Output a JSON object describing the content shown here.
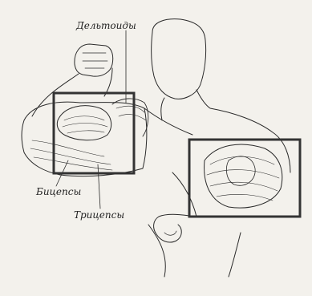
{
  "labels": {
    "deltoids": "Дельтоиды",
    "biceps": "Бицепсы",
    "triceps": "Трицепсы"
  },
  "colors": {
    "paper": "#f3f1ec",
    "ink": "#2a2a2a",
    "frame": "#333333"
  },
  "icons": {
    "figure": "muscular-arm-figure"
  }
}
